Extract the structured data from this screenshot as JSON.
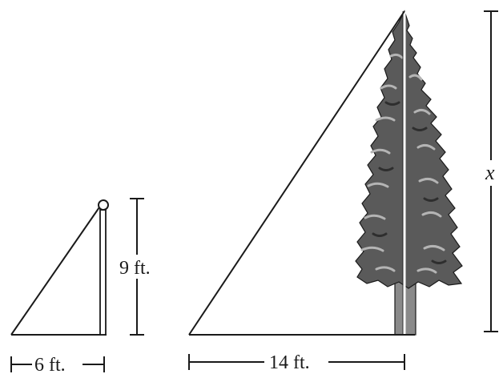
{
  "labels": {
    "small_height": "9 ft.",
    "small_base": "6 ft.",
    "large_base": "14 ft.",
    "large_height": "x"
  },
  "colors": {
    "line": "#1a1a1a",
    "foliage_dark": "#3a3a3a",
    "foliage_mid": "#6e6e6e",
    "foliage_light": "#b4b4b4",
    "trunk": "#8a8a8a"
  }
}
